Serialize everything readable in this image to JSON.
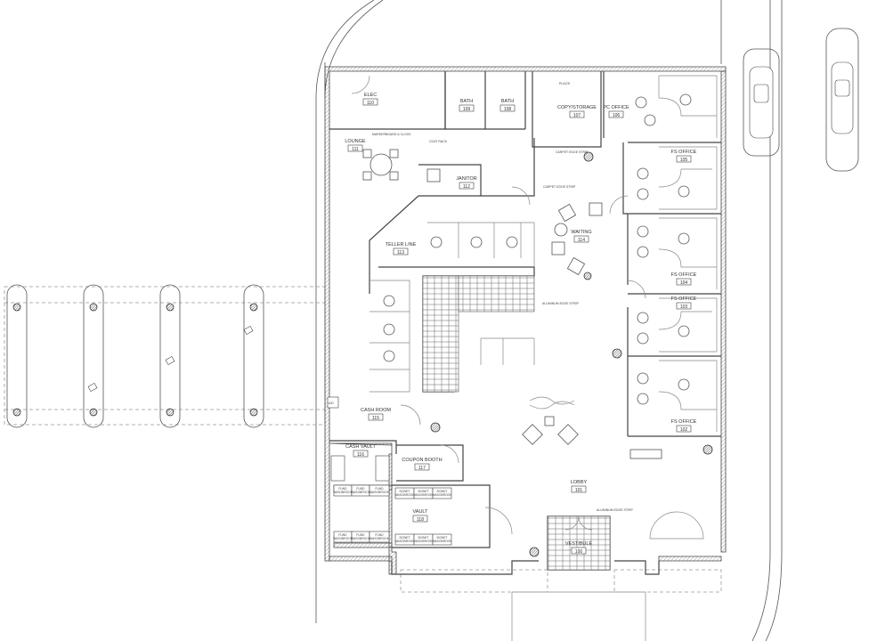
{
  "rooms": [
    {
      "name": "ELEC",
      "number": "110"
    },
    {
      "name": "BATH",
      "number": "109"
    },
    {
      "name": "BATH",
      "number": "108"
    },
    {
      "name": "COPY/STORAGE",
      "number": "107"
    },
    {
      "name": "PC OFFICE",
      "number": "106"
    },
    {
      "name": "LOUNGE",
      "number": "111"
    },
    {
      "name": "JANITOR",
      "number": "112"
    },
    {
      "name": "TELLER LINE",
      "number": "113"
    },
    {
      "name": "WAITING",
      "number": "114"
    },
    {
      "name": "FS OFFICE",
      "number": "105"
    },
    {
      "name": "FS OFFICE",
      "number": "104"
    },
    {
      "name": "FS OFFICE",
      "number": "103"
    },
    {
      "name": "FS OFFICE",
      "number": "102"
    },
    {
      "name": "CASH ROOM",
      "number": "115"
    },
    {
      "name": "CASH VAULT",
      "number": "116"
    },
    {
      "name": "COUPON BOOTH",
      "number": "117"
    },
    {
      "name": "VAULT",
      "number": "118"
    },
    {
      "name": "LOBBY",
      "number": "101"
    },
    {
      "name": "VESTIBULE",
      "number": "100"
    }
  ],
  "notes": {
    "markerboard": "MARKERBOARD & CLOCK",
    "coat_rack": "COAT RACK",
    "plaz": "PLAZ/S",
    "carpet_strip_1": "CARPET EDGE STRIP",
    "carpet_strip_2": "CARPET EDGE STRIP",
    "aluminum_strip_1": "ALUMINUM EDGE STRIP",
    "aluminum_strip_2": "ALUMINUM EDGE STRIP",
    "atm": "A/D"
  },
  "cabinets": {
    "fund": [
      "FUND WASGBROOK",
      "FUND WASGBROOK",
      "FUND WASGBROOK",
      "FUND WASGBROOK",
      "FUND WASGBROOK",
      "FUND WASGBROOK"
    ],
    "signet": [
      "SIGNET WASGBROOK",
      "SIGNET WASGBROOK",
      "SIGNET WASGBROOK",
      "SIGNET WASGBROOK",
      "SIGNET WASGBROOK",
      "SIGNET WASGBROOK"
    ]
  }
}
